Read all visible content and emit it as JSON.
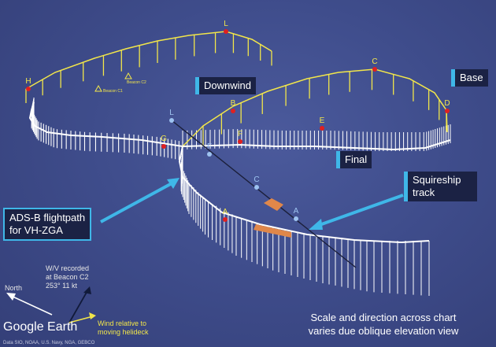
{
  "labels": {
    "downwind": "Downwind",
    "base": "Base",
    "final": "Final",
    "squireship": "Squireship track",
    "adsb_line1": "ADS-B flightpath",
    "adsb_line2": "for VH-ZGA",
    "scale_line1": "Scale and direction across chart",
    "scale_line2": "varies due oblique elevation view",
    "north": "North",
    "wv_line1": "W/V recorded",
    "wv_line2": "at Beacon C2",
    "wv_line3": "253° 11 kt",
    "wind_line1": "Wind relative to",
    "wind_line2": "moving helideck",
    "google_earth": "Google Earth",
    "attribution": "Data SIO, NOAA, U.S. Navy, NGA, GEBCO",
    "beacon1": "Beacon C1",
    "beacon2": "Beacon C2"
  },
  "flight_points": [
    "A",
    "B",
    "C",
    "D",
    "E",
    "F",
    "G",
    "H",
    "L"
  ],
  "ship_points": [
    "A",
    "C",
    "F",
    "L"
  ],
  "colors": {
    "flightpath": "#ffffff",
    "stalks": "#f2e64a",
    "ship_track": "#1b1f3a",
    "point_red": "#e02020",
    "point_blue": "#9ec3f0",
    "callout_arrow": "#3fb7e8",
    "ship_arrow": "#e0874a"
  }
}
